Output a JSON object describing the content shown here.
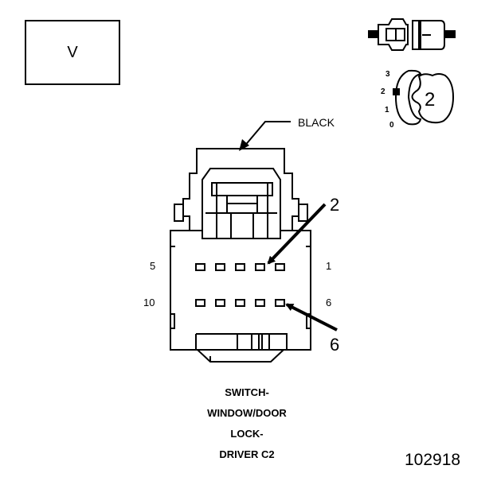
{
  "view_label": "V",
  "wire_color_label": "BLACK",
  "callouts": {
    "upper": "2",
    "lower": "6"
  },
  "cavity_labels": {
    "top_left": "5",
    "top_right": "1",
    "bottom_left": "10",
    "bottom_right": "6"
  },
  "position_indicator": {
    "scale": [
      "3",
      "2",
      "1",
      "0"
    ],
    "badge": "2"
  },
  "caption": {
    "line1": "SWITCH-",
    "line2": "WINDOW/DOOR",
    "line3": "LOCK-",
    "line4": "DRIVER C2"
  },
  "figure_number": "102918"
}
